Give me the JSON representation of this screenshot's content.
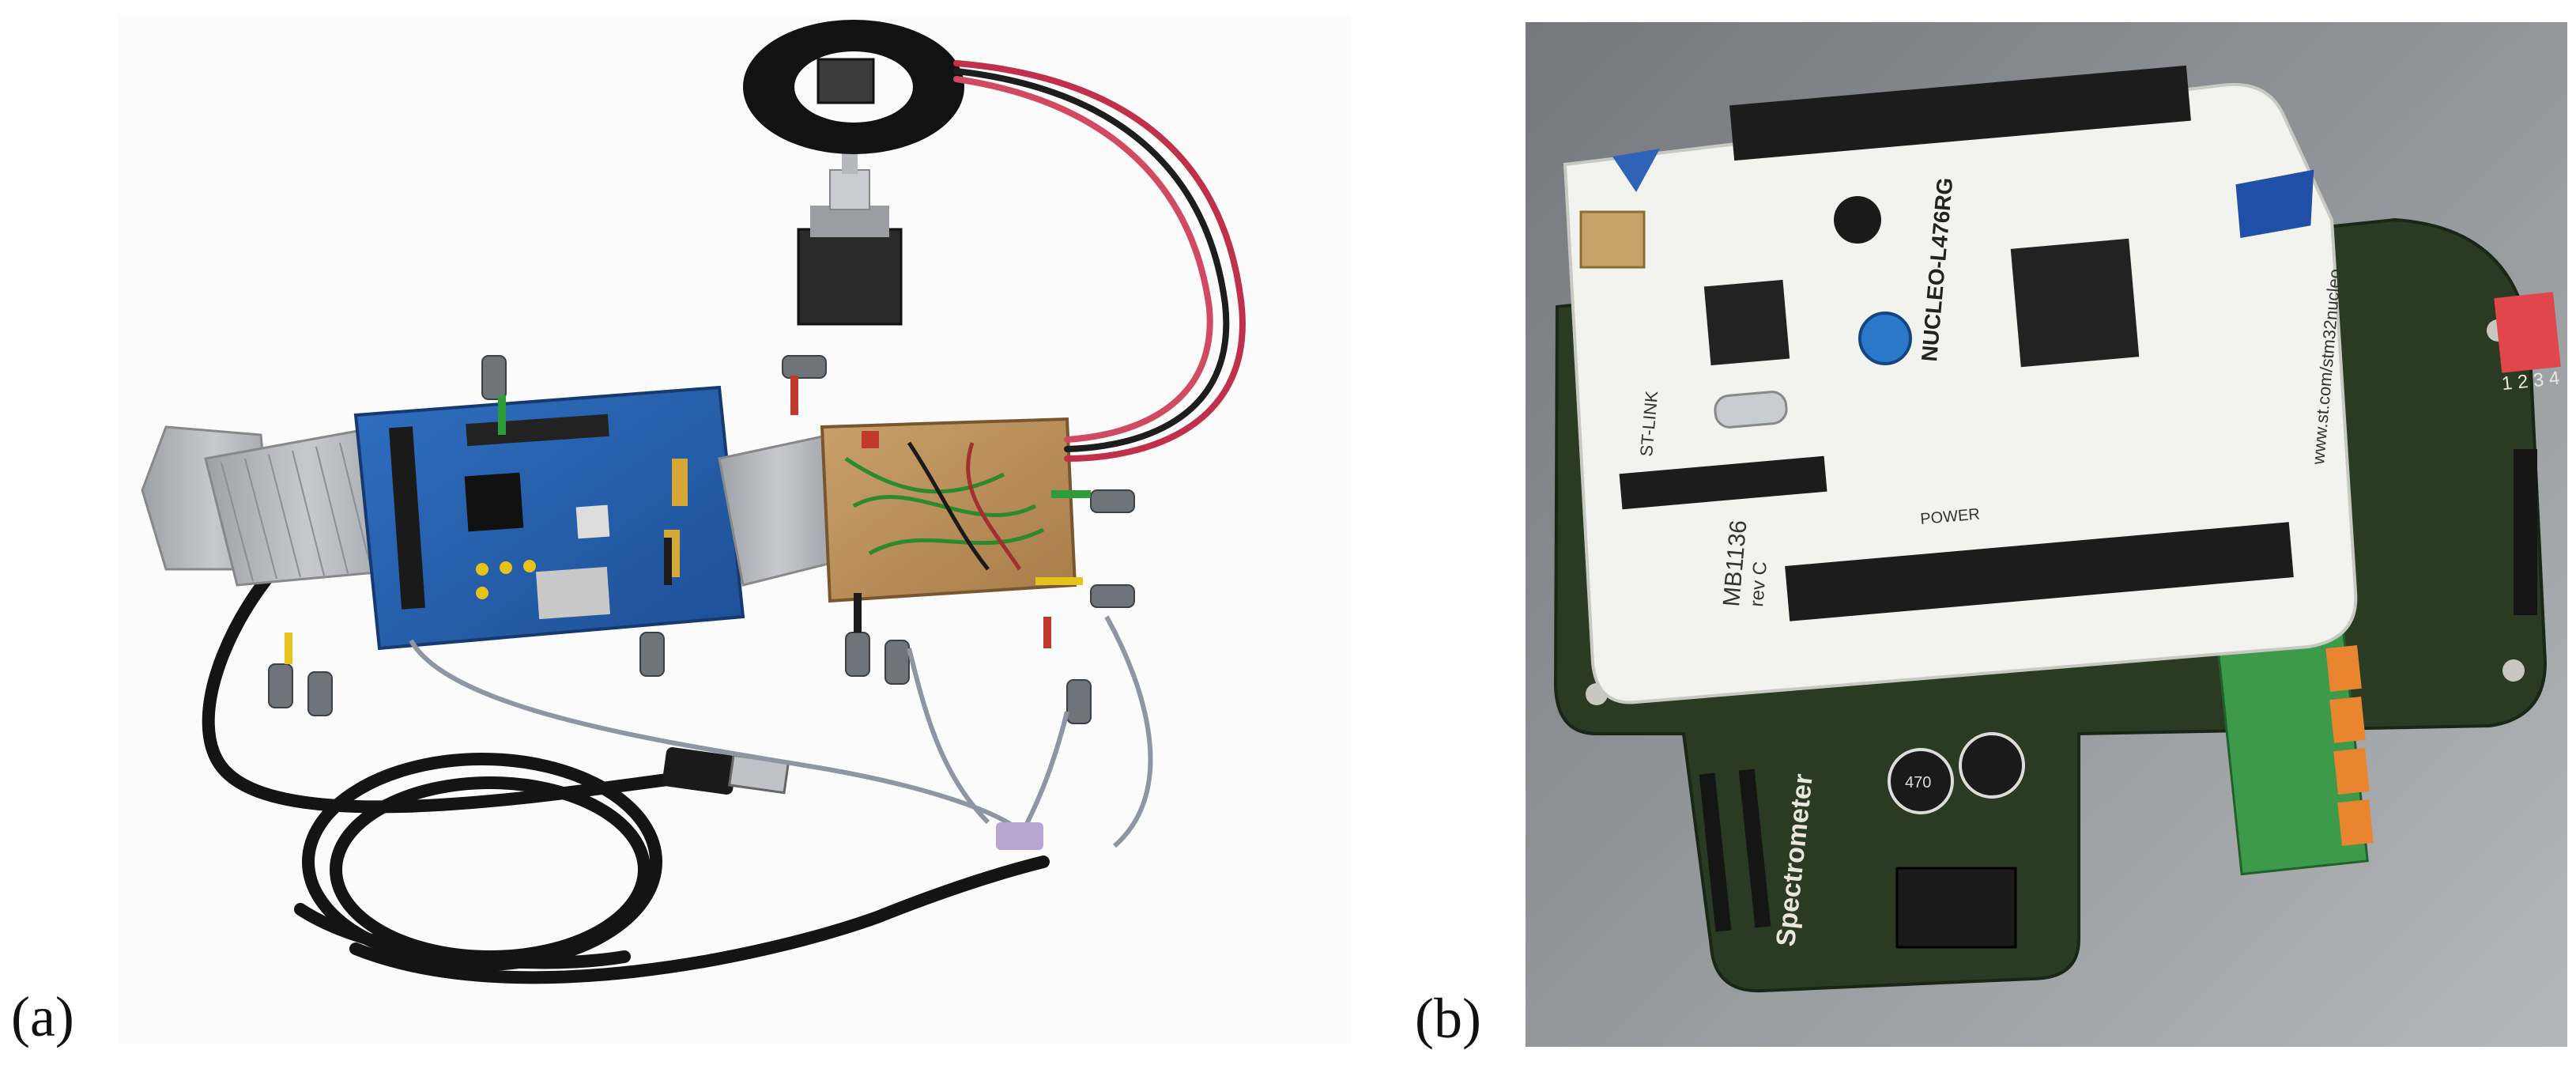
{
  "figure": {
    "panels": [
      {
        "id": "a",
        "label": "(a)"
      },
      {
        "id": "b",
        "label": "(b)"
      }
    ]
  },
  "board_b": {
    "silkscreen": {
      "nucleo_model": "NUCLEO-L476RG",
      "site": "www.st.com/stm32nucleo",
      "rev": "MB1136",
      "rev_c": "rev C",
      "stlink": "ST-LINK",
      "spectrometer": "Spectrometer",
      "dip_numbers": "1 2 3 4",
      "power": "POWER",
      "cap_value": "470"
    }
  }
}
